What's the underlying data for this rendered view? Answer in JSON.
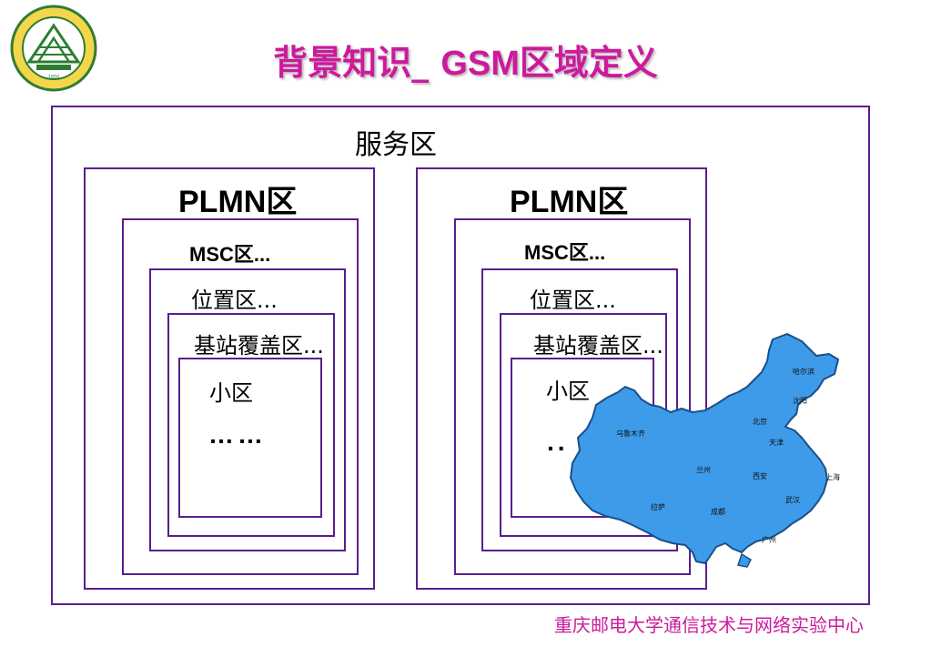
{
  "title": {
    "cn": "背景知识_ ",
    "latin": "GSM",
    "cn2": "区域定义"
  },
  "service_area": "服务区",
  "plmn_left": "PLMN区",
  "plmn_right": "PLMN区",
  "msc_left": "MSC区...",
  "msc_right": "MSC区...",
  "location_left": "位置区...",
  "location_right": "位置区...",
  "bts_left": "基站覆盖区...",
  "bts_right": "基站覆盖区...",
  "cell_left": "小区",
  "cell_right": "小区",
  "ellipsis_left": "……",
  "ellipsis_right": "..",
  "map": {
    "color": "#3d9be9",
    "cities": [
      "哈尔滨",
      "沈阳",
      "北京",
      "天津",
      "乌鲁木齐",
      "兰州",
      "西安",
      "上海",
      "武汉",
      "成都",
      "拉萨",
      "广州"
    ]
  },
  "footer": "重庆邮电大学通信技术与网络实验中心",
  "colors": {
    "title": "#cc1a9c",
    "border": "#5a1e8c",
    "footer": "#cc1a9c"
  }
}
